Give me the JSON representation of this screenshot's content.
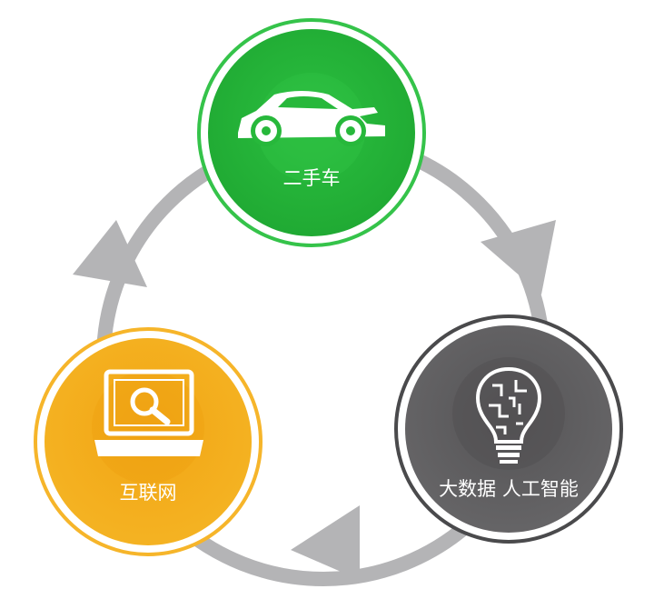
{
  "colors": {
    "arrow": "#b4b4b6",
    "green": "#27b83b",
    "green_ring": "#35c34a",
    "orange": "#f4ae1b",
    "orange_ring": "#f6b52a",
    "gray": "#5f5e60",
    "gray_ring": "#4a4a4c",
    "icon": "#ffffff"
  },
  "nodes": {
    "top": {
      "label": "二手车",
      "icon": "car-icon"
    },
    "left": {
      "label": "互联网",
      "icon": "laptop-search-icon"
    },
    "right": {
      "label": "大数据 人工智能",
      "icon": "lightbulb-circuit-icon"
    }
  }
}
